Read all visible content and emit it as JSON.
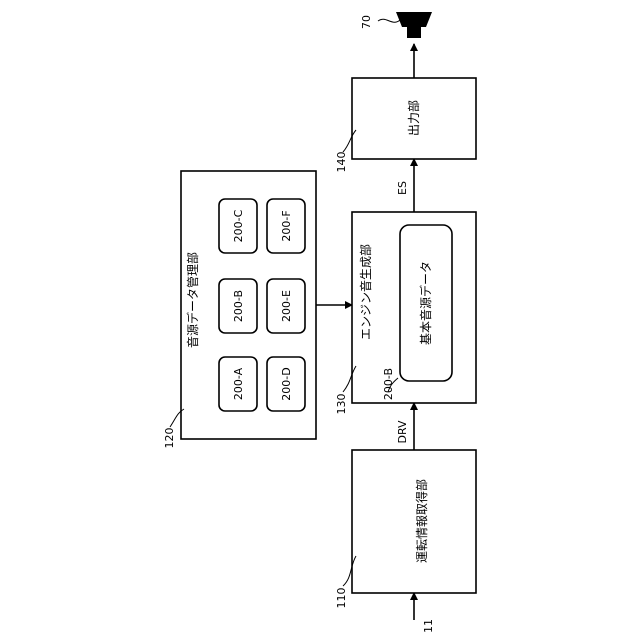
{
  "diagram": {
    "nodes": {
      "input": {
        "ref": "11"
      },
      "acquisition": {
        "ref": "110",
        "label": "運転情報取得部"
      },
      "sound_manager": {
        "ref": "120",
        "label": "音源データ管理部",
        "items": [
          "200-A",
          "200-B",
          "200-C",
          "200-D",
          "200-E",
          "200-F"
        ]
      },
      "generator": {
        "ref": "130",
        "label": "エンジン音生成部",
        "inner_ref": "200-B",
        "inner_label": "基本音源データ"
      },
      "output": {
        "ref": "140",
        "label": "出力部"
      },
      "speaker": {
        "ref": "70"
      }
    },
    "signals": {
      "drv": "DRV",
      "es": "ES"
    }
  }
}
